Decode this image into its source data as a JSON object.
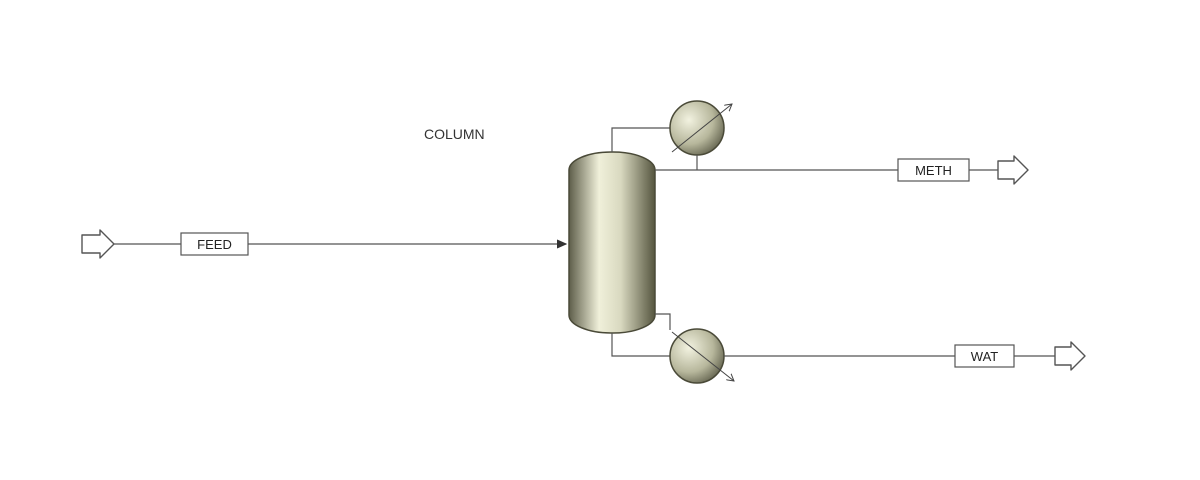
{
  "diagram": {
    "block_label": "COLUMN",
    "streams": [
      {
        "id": "feed",
        "label": "FEED"
      },
      {
        "id": "meth",
        "label": "METH"
      },
      {
        "id": "wat",
        "label": "WAT"
      }
    ]
  },
  "colors": {
    "line": "#555555",
    "vessel_light": "#f0f0da",
    "vessel_dark": "#5e5e4a",
    "background": "#ffffff"
  },
  "icons": [
    "feed-port-icon",
    "product-port-icon",
    "condenser-icon",
    "reboiler-icon",
    "distillation-column-icon"
  ]
}
